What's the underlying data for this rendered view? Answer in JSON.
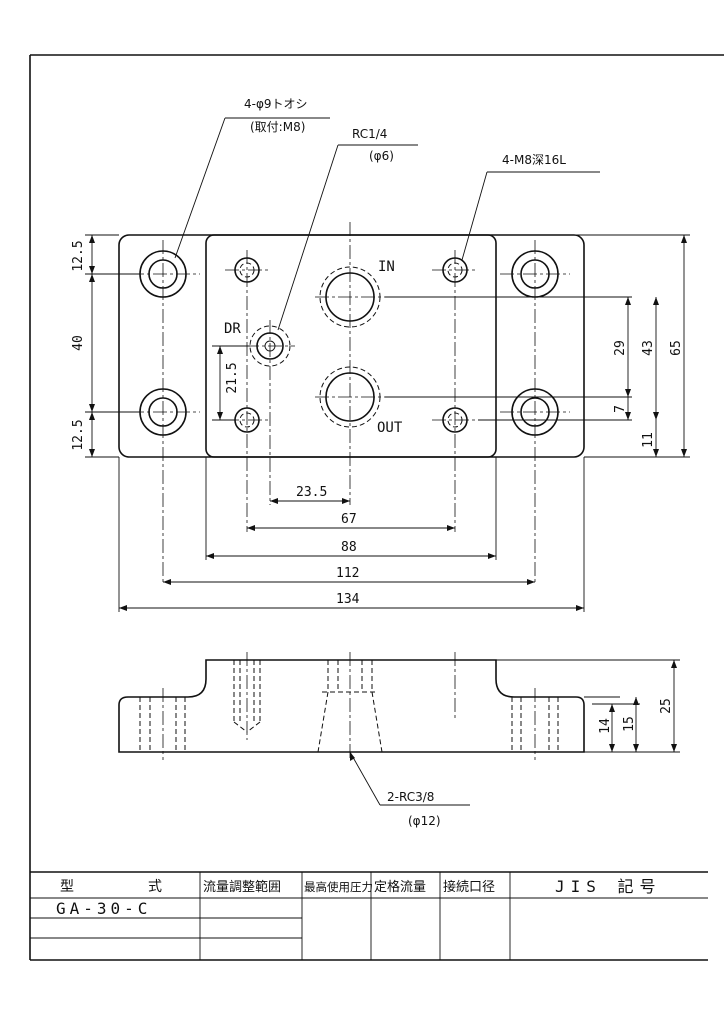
{
  "callouts": {
    "mount_holes": "4-φ9トオシ",
    "mount_holes_sub": "(取付:M8)",
    "drain_port": "RC1/4",
    "drain_port_sub": "(φ6)",
    "tapped_holes": "4-M8深16L",
    "main_ports": "2-RC3/8",
    "main_ports_sub": "(φ12)"
  },
  "port_labels": {
    "in": "IN",
    "out": "OUT",
    "dr": "DR"
  },
  "dimensions": {
    "left": [
      "12.5",
      "40",
      "12.5",
      "21.5"
    ],
    "right": [
      "29",
      "43",
      "65",
      "7",
      "11"
    ],
    "bottom": [
      "23.5",
      "67",
      "88",
      "112",
      "134"
    ],
    "side": [
      "14",
      "15",
      "25"
    ]
  },
  "title_block": {
    "headers": [
      "型",
      "式",
      "流量調整範囲",
      "最高使用圧力",
      "定格流量",
      "接続口径",
      "JIS 記号"
    ],
    "model": "GA-30-C"
  }
}
